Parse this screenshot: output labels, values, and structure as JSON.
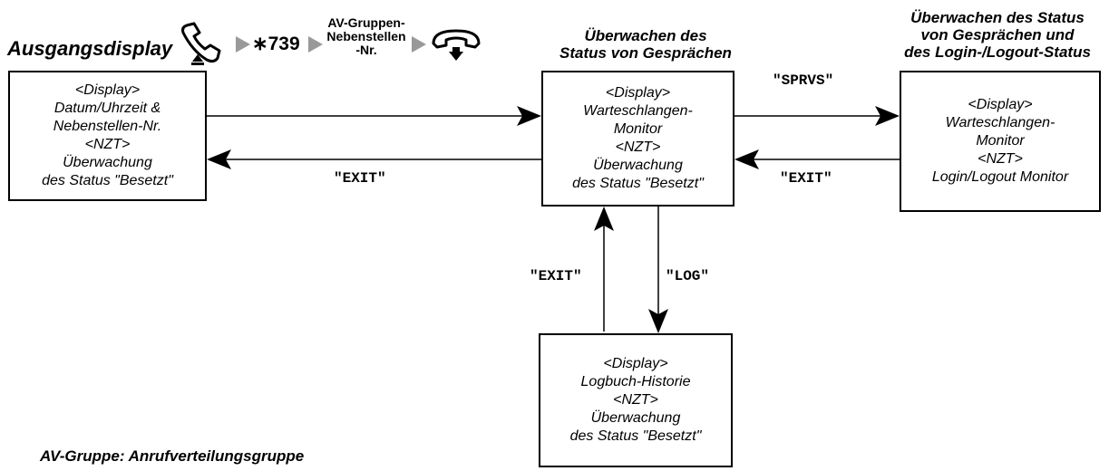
{
  "sequence": {
    "start_label": "Ausgangsdisplay",
    "feature_code": "∗739",
    "group_ext_label": [
      "AV-Gruppen-",
      "Nebenstellen",
      "-Nr."
    ],
    "offhook_icon": "handset-offhook-icon",
    "onhook_icon": "handset-onhook-icon",
    "step_arrow_icon": "triangle-right-icon"
  },
  "headings": {
    "middle": [
      "Überwachen des",
      "Status von Gesprächen"
    ],
    "right": [
      "Überwachen des Status",
      "von Gesprächen und",
      "des Login-/Logout-Status"
    ]
  },
  "boxes": {
    "initial": [
      "<Display>",
      "Datum/Uhrzeit &",
      "Nebenstellen-Nr.",
      "<NZT>",
      "Überwachung",
      "des Status \"Besetzt\""
    ],
    "queue": [
      "<Display>",
      "Warteschlangen-",
      "Monitor",
      "<NZT>",
      "Überwachung",
      "des Status \"Besetzt\""
    ],
    "login": [
      "<Display>",
      "Warteschlangen-",
      "Monitor",
      "<NZT>",
      "Login/Logout Monitor"
    ],
    "log": [
      "<Display>",
      "Logbuch-Historie",
      "<NZT>",
      "Überwachung",
      "des Status \"Besetzt\""
    ]
  },
  "labels": {
    "exit_left": "\"EXIT\"",
    "sprvs": "\"SPRVS\"",
    "exit_right": "\"EXIT\"",
    "exit_down": "\"EXIT\"",
    "log": "\"LOG\""
  },
  "footnote": "AV-Gruppe: Anrufverteilungsgruppe"
}
